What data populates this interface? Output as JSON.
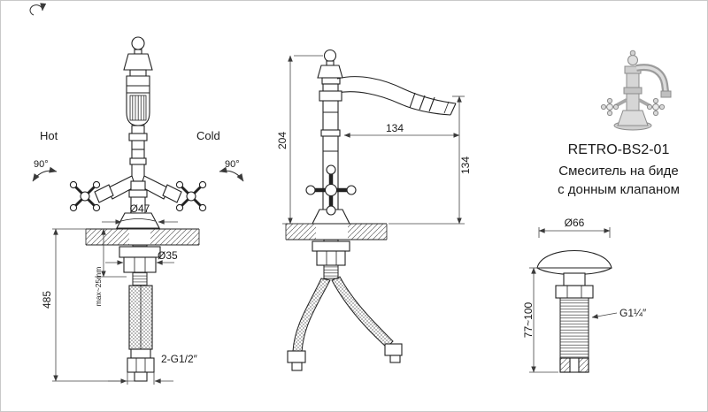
{
  "colors": {
    "background": "#ffffff",
    "line": "#1a1a1a"
  },
  "front_view": {
    "hot": "Hot",
    "cold": "Cold",
    "rotation_left": "90°",
    "rotation_right": "90°",
    "dim_body_diameter": "Ø47",
    "dim_shank_diameter": "Ø35",
    "dim_total_height": "485",
    "dim_max_thickness": "max~25mm",
    "dim_hose_thread": "2-G1/2″"
  },
  "side_view": {
    "dim_body_height": "204",
    "dim_spout_reach": "134",
    "dim_spout_height": "134"
  },
  "product": {
    "model": "RETRO-BS2-01",
    "description_line1": "Смеситель на биде",
    "description_line2": "с донным клапаном"
  },
  "drain_valve": {
    "dim_cap_diameter": "Ø66",
    "dim_height_range": "77~100",
    "dim_thread": "G1¼″"
  }
}
